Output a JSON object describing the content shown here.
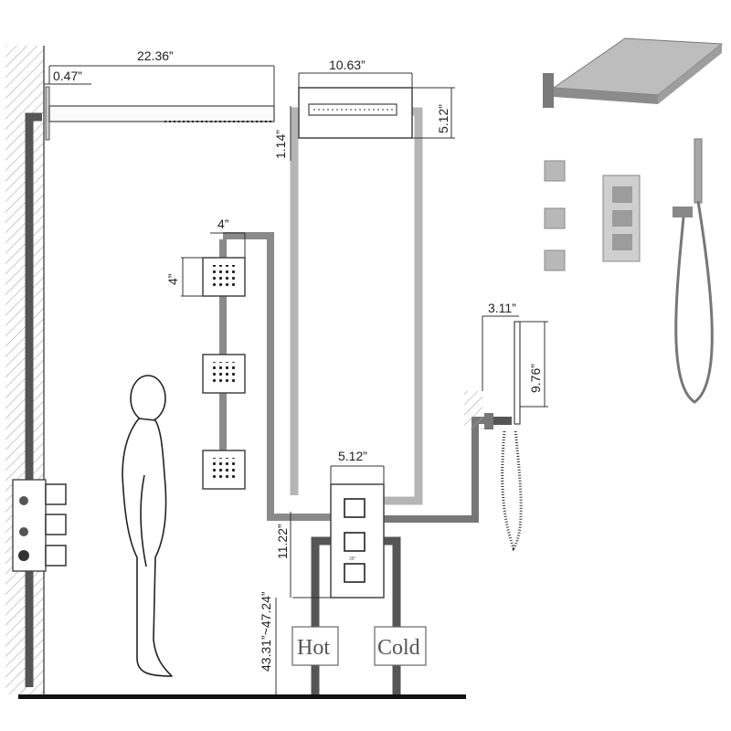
{
  "dimensions": {
    "arm_length": "22.36”",
    "arm_offset": "0.47”",
    "head_thickness": "1.14”",
    "head_width": "10.63”",
    "head_height": "5.12”",
    "jet_spacing": "4”",
    "jet_size": "4”",
    "hand_bracket": "3.11”",
    "hand_length": "9.76”",
    "valve_width": "5.12”",
    "valve_height": "11.22”",
    "install_height": "43.31”~47.24”"
  },
  "labels": {
    "hot": "Hot",
    "cold": "Cold"
  },
  "valve_marks": {
    "temp": "38°"
  },
  "colors": {
    "pipe_dark": "#555555",
    "pipe_light": "#b0b0b0",
    "line": "#333333",
    "wall_hatch": "#9a9a9a"
  }
}
